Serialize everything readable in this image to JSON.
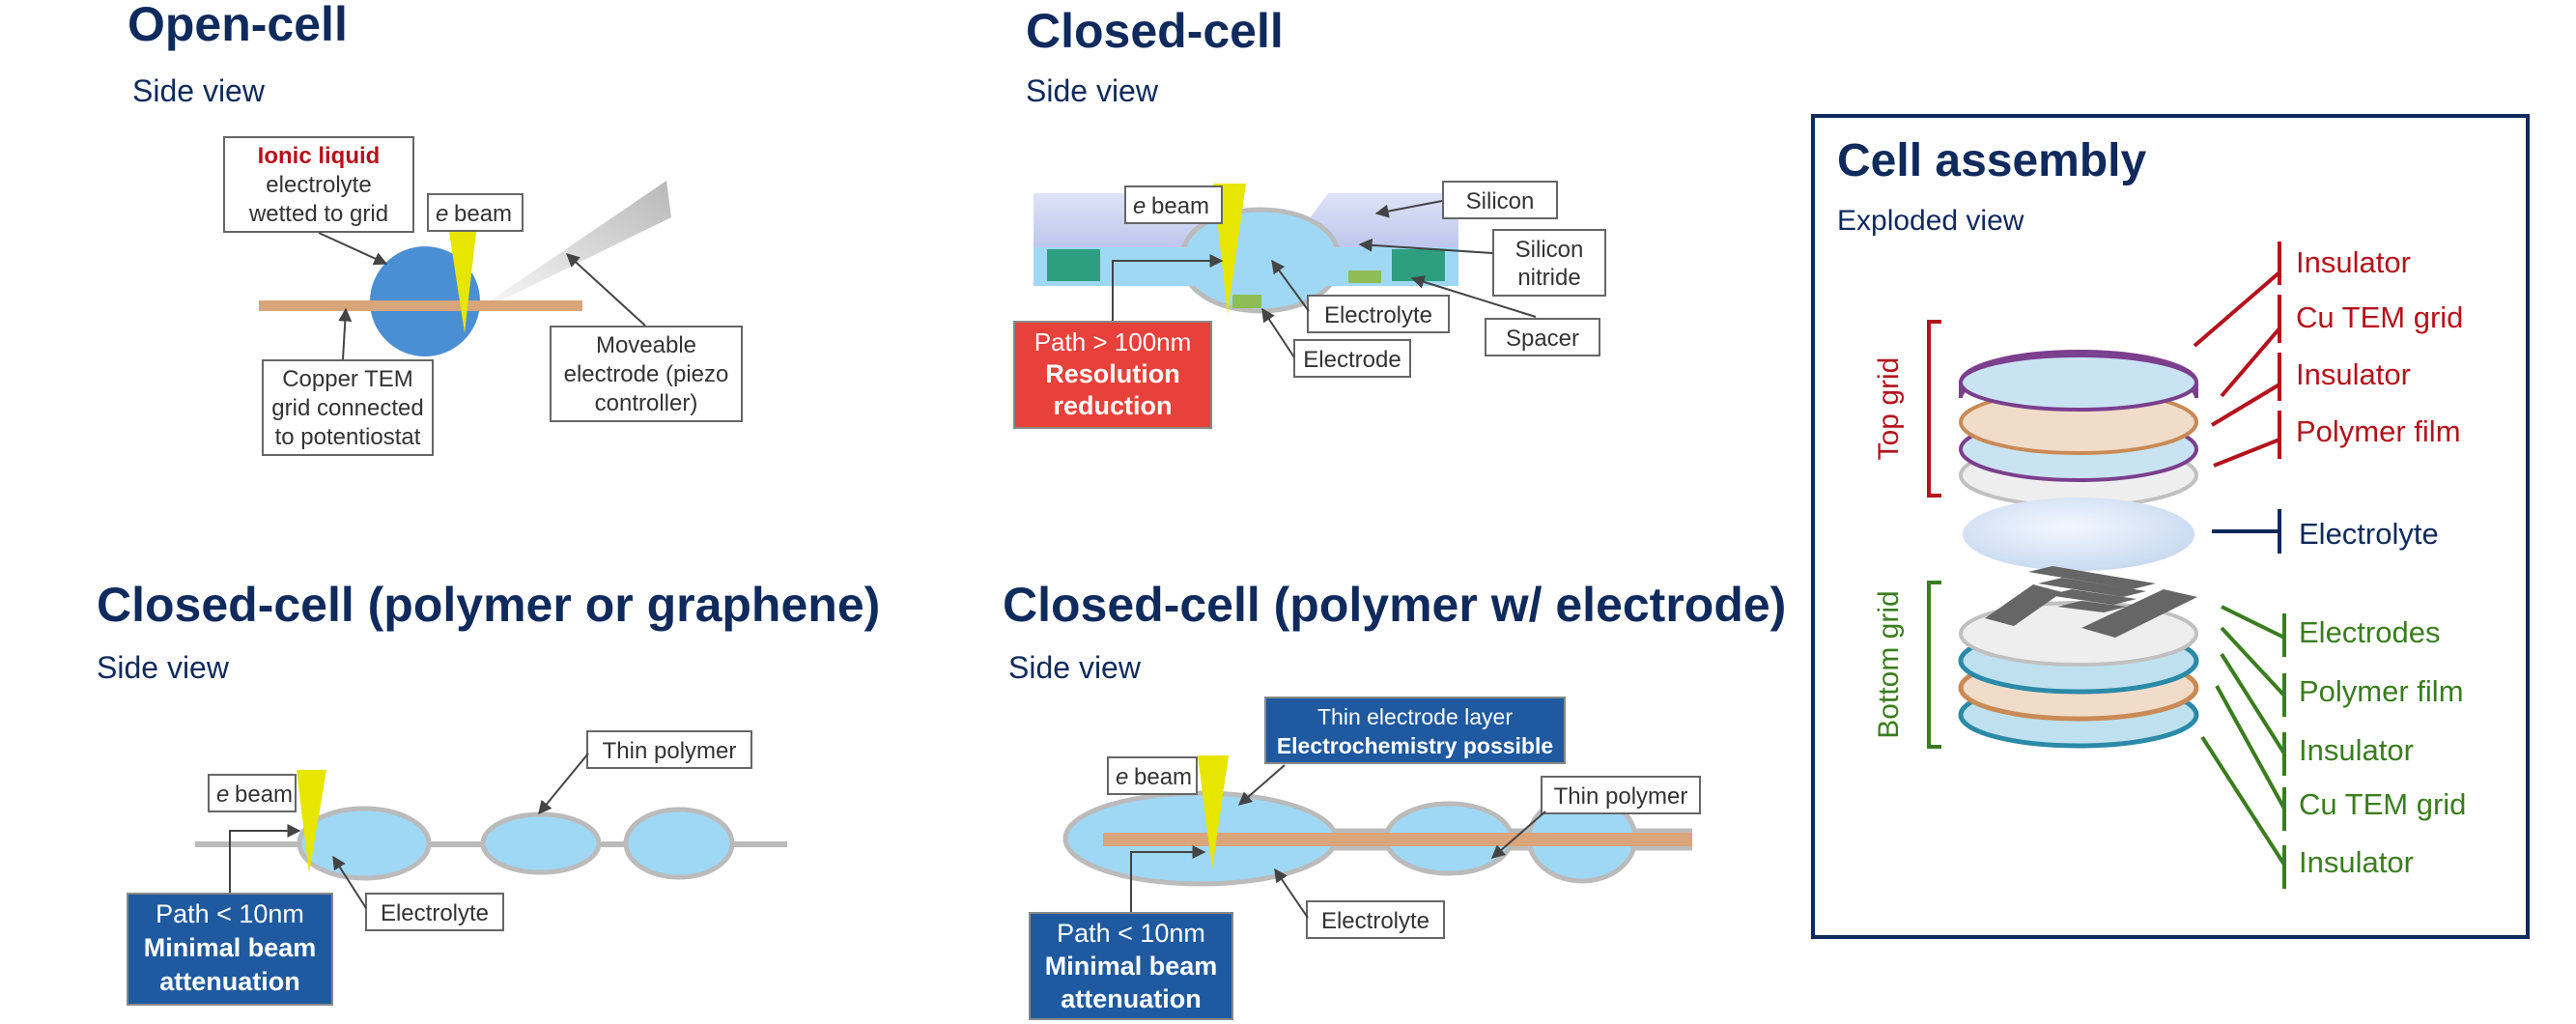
{
  "open_cell": {
    "title": "Open-cell",
    "subtitle": "Side view",
    "ionic_liquid": "Ionic liquid",
    "ionic_line2": "electrolyte",
    "ionic_line3": "wetted to grid",
    "beam": "beam",
    "beam_e": "e",
    "copper_1": "Copper TEM",
    "copper_2": "grid connected",
    "copper_3": "to potentiostat",
    "moveable_1": "Moveable",
    "moveable_2": "electrode  (piezo",
    "moveable_3": "controller)"
  },
  "closed_cell": {
    "title": "Closed-cell",
    "subtitle": "Side view",
    "beam": "beam",
    "beam_e": "e",
    "silicon": "Silicon",
    "silicon_nitride_1": "Silicon",
    "silicon_nitride_2": "nitride",
    "electrolyte": "Electrolyte",
    "electrode": "Electrode",
    "spacer": "Spacer",
    "path_1": "Path > 100nm",
    "path_2": "Resolution",
    "path_3": "reduction"
  },
  "polymer_graphene": {
    "title": "Closed-cell (polymer or graphene)",
    "subtitle": "Side view",
    "beam": "beam",
    "beam_e": "e",
    "thin_polymer": "Thin polymer",
    "electrolyte": "Electrolyte",
    "path_1": "Path < 10nm",
    "path_2": "Minimal beam",
    "path_3": "attenuation"
  },
  "polymer_electrode": {
    "title": "Closed-cell (polymer w/ electrode)",
    "subtitle": "Side view",
    "beam": "beam",
    "beam_e": "e",
    "thin_electrode_1": "Thin electrode layer",
    "thin_electrode_2": "Electrochemistry possible",
    "thin_polymer": "Thin polymer",
    "electrolyte": "Electrolyte",
    "path_1": "Path < 10nm",
    "path_2": "Minimal beam",
    "path_3": "attenuation"
  },
  "cell_assembly": {
    "title": "Cell assembly",
    "subtitle": "Exploded view",
    "top_grid": "Top grid",
    "bottom_grid": "Bottom grid",
    "top_layers": [
      "Insulator",
      "Cu TEM grid",
      "Insulator",
      "Polymer film"
    ],
    "electrolyte": "Electrolyte",
    "bottom_layers": [
      "Electrodes",
      "Polymer film",
      "Insulator",
      "Cu TEM grid",
      "Insulator"
    ]
  },
  "colors": {
    "title": "#0f2a5c",
    "red": "#b5121b",
    "green": "#3a7d1e",
    "navy_box": "#1f5aa0",
    "red_box": "#e8403a",
    "electrolyte": "#9fd8f5",
    "copper": "#d9a57a",
    "beam": "#e6e600"
  }
}
